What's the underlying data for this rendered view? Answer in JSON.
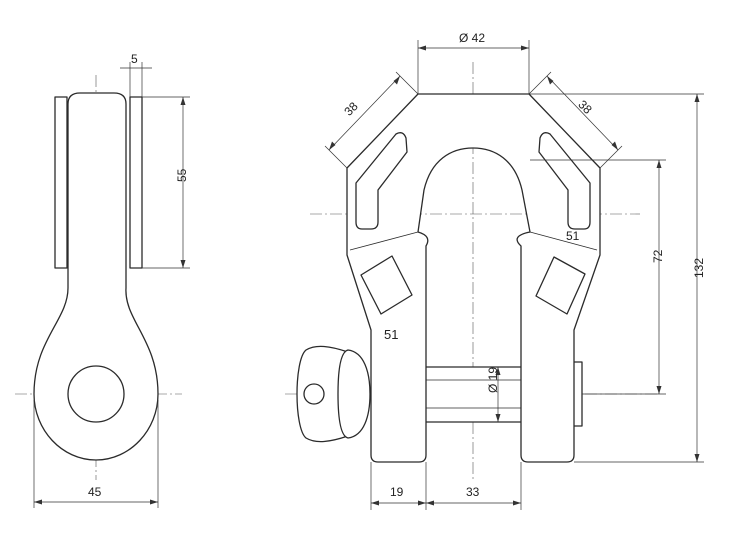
{
  "drawing": {
    "side_view": {
      "plate_thickness": "5",
      "plate_height": "55",
      "overall_width": "45"
    },
    "front_view": {
      "top_width": "Ø 42",
      "chamfer_left": "38",
      "chamfer_right": "38",
      "inner_height": "72",
      "overall_height": "132",
      "pin_diameter": "Ø 19",
      "jaw_thickness": "19",
      "inner_width": "33",
      "mark_right": "51",
      "mark_left": "51"
    }
  }
}
